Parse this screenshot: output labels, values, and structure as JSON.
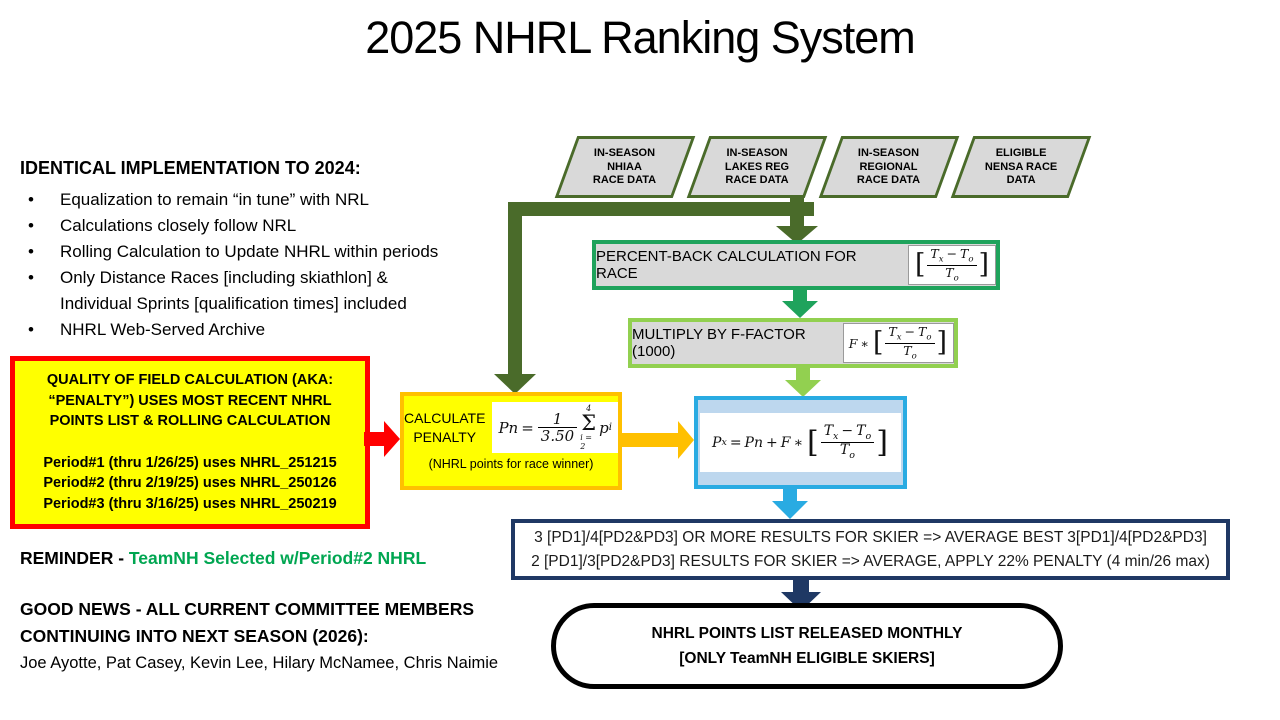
{
  "title": "2025 NHRL Ranking System",
  "left_panel": {
    "heading": "IDENTICAL IMPLEMENTATION TO 2024:",
    "bullets": [
      "Equalization to remain “in tune” with NRL",
      "Calculations closely follow NRL",
      "Rolling Calculation to Update NHRL within periods",
      "Only Distance Races [including skiathlon] &\nIndividual Sprints [qualification times] included",
      "NHRL Web-Served Archive"
    ],
    "reminder_label": "REMINDER - ",
    "reminder_highlight": "TeamNH Selected w/Period#2 NHRL",
    "good_news_line1": "GOOD NEWS - ALL CURRENT COMMITTEE MEMBERS",
    "good_news_line2": "CONTINUING INTO NEXT SEASON (2026):",
    "committee_members": "Joe Ayotte, Pat Casey, Kevin Lee, Hilary McNamee, Chris Naimie"
  },
  "penalty_note_box": {
    "heading_lines": [
      "QUALITY OF FIELD CALCULATION (AKA:",
      "“PENALTY”) USES MOST RECENT NHRL",
      "POINTS LIST & ROLLING CALCULATION"
    ],
    "period_lines": [
      "Period#1 (thru 1/26/25) uses NHRL_251215",
      "Period#2 (thru 2/19/25) uses NHRL_250126",
      "Period#3 (thru 3/16/25) uses NHRL_250219"
    ]
  },
  "data_sources": [
    {
      "lines": [
        "IN-SEASON",
        "NHIAA",
        "RACE DATA"
      ]
    },
    {
      "lines": [
        "IN-SEASON",
        "LAKES REG",
        "RACE DATA"
      ]
    },
    {
      "lines": [
        "IN-SEASON",
        "REGIONAL",
        "RACE DATA"
      ]
    },
    {
      "lines": [
        "ELIGIBLE",
        "NENSA RACE",
        "DATA"
      ]
    }
  ],
  "percent_back_box": {
    "label": "PERCENT-BACK CALCULATION FOR RACE"
  },
  "multiply_box": {
    "label": "MULTIPLY BY F-FACTOR (1000)"
  },
  "penalty_calc_box": {
    "label_line1": "CALCULATE",
    "label_line2": "PENALTY",
    "note": "(NHRL points for race winner)"
  },
  "results_box": {
    "line1": "3 [PD1]/4[PD2&PD3] OR MORE RESULTS FOR SKIER => AVERAGE BEST 3[PD1]/4[PD2&PD3]",
    "line2": "2 [PD1]/3[PD2&PD3] RESULTS FOR SKIER => AVERAGE, APPLY 22% PENALTY (4 min/26 max)"
  },
  "output_oval": {
    "line1": "NHRL POINTS LIST RELEASED MONTHLY",
    "line2": "[ONLY TeamNH ELIGIBLE SKIERS]"
  },
  "math": {
    "T": "T",
    "sub_x": "x",
    "sub_o": "o",
    "minus": "−",
    "lbracket": "[",
    "rbracket": "]",
    "F": "F",
    "star": "∗",
    "Pn": "Pn",
    "eq": "=",
    "num_one": "1",
    "den_350": "3.50",
    "sigma": "Σ",
    "sum_upper": "4",
    "sum_lower": "i = 2",
    "p": "p",
    "sub_i": "i",
    "P": "P",
    "plus": "+"
  },
  "colors": {
    "dark_green": "#4A6B2A",
    "green": "#1FA35C",
    "light_green": "#92D050",
    "cyan": "#29ABE2",
    "light_blue_fill": "#BDD7EE",
    "navy": "#1F3864",
    "yellow": "#FFFF00",
    "gold": "#FFC000",
    "red": "#FF0000",
    "gray_fill": "#D9D9D9",
    "highlight_green_text": "#00A651"
  }
}
